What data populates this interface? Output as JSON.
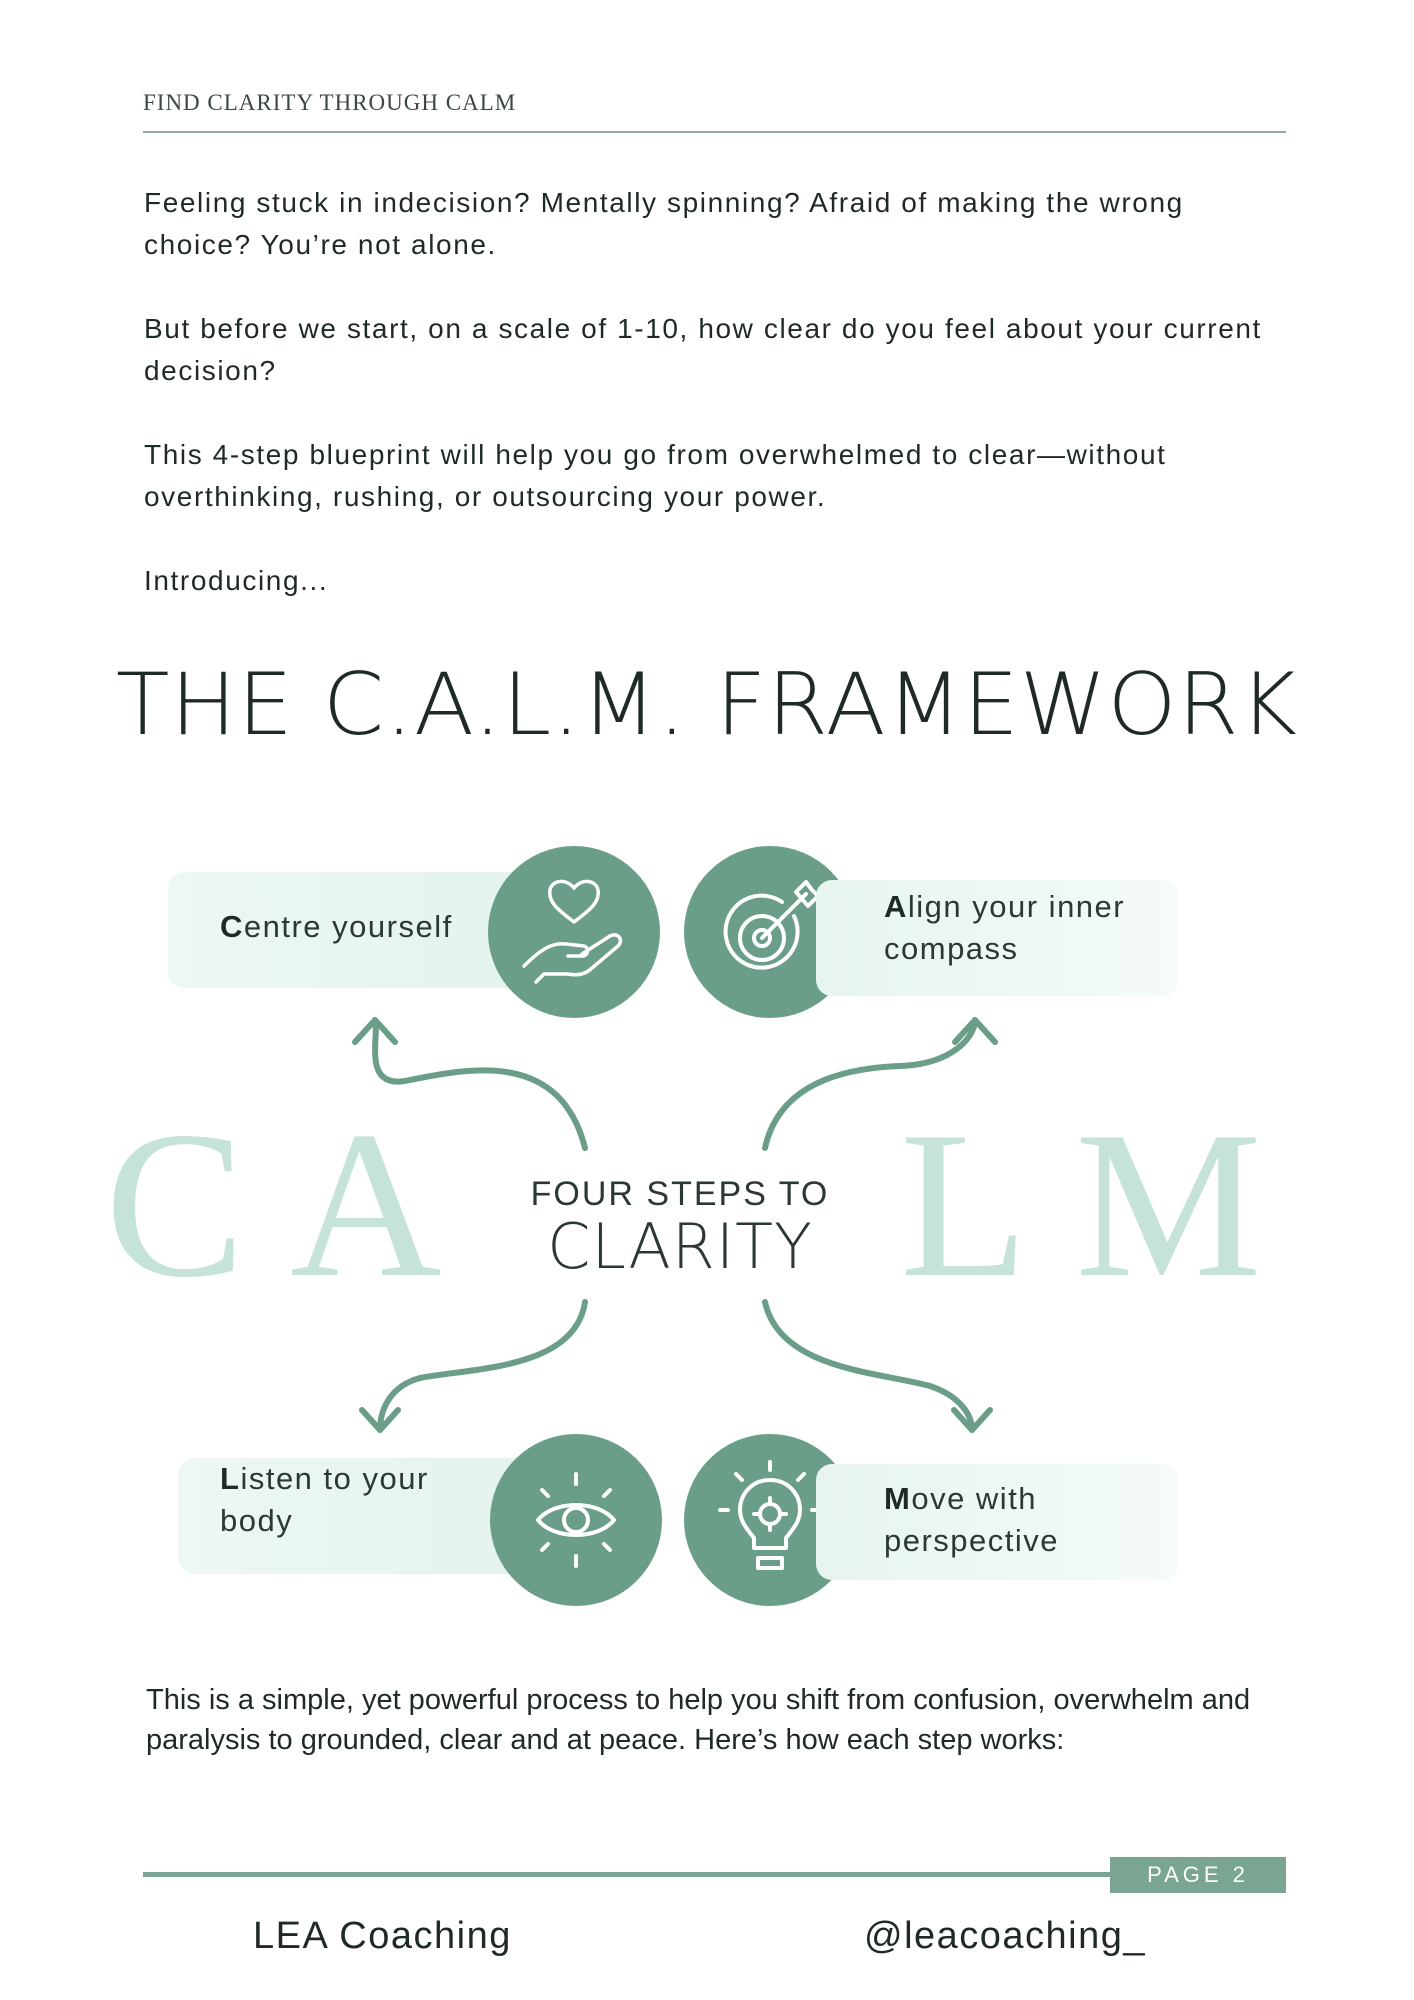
{
  "header": {
    "title": "FIND CLARITY THROUGH CALM"
  },
  "intro": {
    "p1": "Feeling stuck in indecision? Mentally spinning? Afraid of making the wrong choice? You’re not alone.",
    "p2": "But before we start, on a scale of 1-10, how clear do you feel about your current decision?",
    "p3": "This 4-step blueprint will help you go from overwhelmed to clear—without overthinking, rushing, or outsourcing your power.",
    "p4": "Introducing..."
  },
  "framework": {
    "title": "THE C.A.L.M. FRAMEWORK",
    "center_line1": "FOUR STEPS TO",
    "center_line2": "CLARITY",
    "letters": {
      "c": "C",
      "a": "A",
      "l": "L",
      "m": "M"
    },
    "steps": [
      {
        "initial": "C",
        "rest": "entre yourself",
        "icon": "heart-hand-icon"
      },
      {
        "initial": "A",
        "rest": "lign your inner compass",
        "icon": "target-arrow-icon"
      },
      {
        "initial": "L",
        "rest": "isten to your body",
        "icon": "eye-icon"
      },
      {
        "initial": "M",
        "rest": "ove with perspective",
        "icon": "lightbulb-gear-icon"
      }
    ],
    "colors": {
      "circle": "#6b9e88",
      "arrow": "#6b9e88",
      "big_letters": "#c6e3d8"
    }
  },
  "outro": {
    "text": "This is a simple, yet powerful process to help you shift from confusion, overwhelm and paralysis to grounded, clear and at peace. Here’s how each step works:"
  },
  "footer": {
    "page_label": "PAGE 2",
    "brand": "LEA Coaching",
    "handle": "@leacoaching_"
  }
}
